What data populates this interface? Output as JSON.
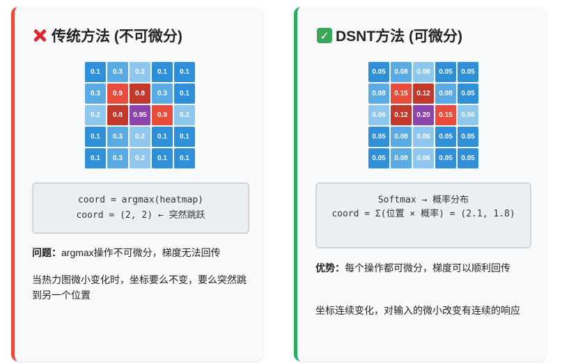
{
  "left": {
    "title": "传统方法 (不可微分)",
    "grid": [
      [
        "0.1",
        "0.3",
        "0.2",
        "0.1",
        "0.1"
      ],
      [
        "0.3",
        "0.9",
        "0.8",
        "0.3",
        "0.1"
      ],
      [
        "0.2",
        "0.8",
        "0.95",
        "0.9",
        "0.2"
      ],
      [
        "0.1",
        "0.3",
        "0.2",
        "0.1",
        "0.1"
      ],
      [
        "0.1",
        "0.3",
        "0.2",
        "0.1",
        "0.1"
      ]
    ],
    "colors": [
      [
        "#2f8fd8",
        "#5aaae4",
        "#8fc6ee",
        "#2f8fd8",
        "#2f8fd8"
      ],
      [
        "#5aaae4",
        "#e74c3c",
        "#c0392b",
        "#5aaae4",
        "#2f8fd8"
      ],
      [
        "#8fc6ee",
        "#c0392b",
        "#8e44ad",
        "#e74c3c",
        "#8fc6ee"
      ],
      [
        "#2f8fd8",
        "#5aaae4",
        "#8fc6ee",
        "#2f8fd8",
        "#2f8fd8"
      ],
      [
        "#2f8fd8",
        "#5aaae4",
        "#8fc6ee",
        "#2f8fd8",
        "#2f8fd8"
      ]
    ],
    "code_line1": "coord = argmax(heatmap)",
    "code_line2": "coord = (2, 2) ← 突然跳跃",
    "p1_label": "问题：",
    "p1_text": "argmax操作不可微分，梯度无法回传",
    "p2_text": "当热力图微小变化时，坐标要么不变，要么突然跳到另一个位置"
  },
  "right": {
    "title": "DSNT方法 (可微分)",
    "grid": [
      [
        "0.05",
        "0.08",
        "0.06",
        "0.05",
        "0.05"
      ],
      [
        "0.08",
        "0.15",
        "0.12",
        "0.08",
        "0.05"
      ],
      [
        "0.06",
        "0.12",
        "0.20",
        "0.15",
        "0.06"
      ],
      [
        "0.05",
        "0.08",
        "0.06",
        "0.05",
        "0.05"
      ],
      [
        "0.05",
        "0.08",
        "0.06",
        "0.05",
        "0.05"
      ]
    ],
    "colors": [
      [
        "#2f8fd8",
        "#5aaae4",
        "#8fc6ee",
        "#2f8fd8",
        "#2f8fd8"
      ],
      [
        "#5aaae4",
        "#e74c3c",
        "#c0392b",
        "#5aaae4",
        "#2f8fd8"
      ],
      [
        "#8fc6ee",
        "#c0392b",
        "#8e44ad",
        "#e74c3c",
        "#8fc6ee"
      ],
      [
        "#2f8fd8",
        "#5aaae4",
        "#8fc6ee",
        "#2f8fd8",
        "#2f8fd8"
      ],
      [
        "#2f8fd8",
        "#5aaae4",
        "#8fc6ee",
        "#2f8fd8",
        "#2f8fd8"
      ]
    ],
    "code_line1": "Softmax → 概率分布",
    "code_line2": "coord = Σ(位置 × 概率) = (2.1, 1.8)",
    "p1_label": "优势：",
    "p1_text": "每个操作都可微分，梯度可以顺利回传",
    "p2_text": "坐标连续变化，对输入的微小改变有连续的响应"
  },
  "accent_colors": {
    "left": "#e74c3c",
    "right": "#27ae60"
  },
  "icons": {
    "left": "red-cross-icon",
    "right": "green-check-icon"
  }
}
